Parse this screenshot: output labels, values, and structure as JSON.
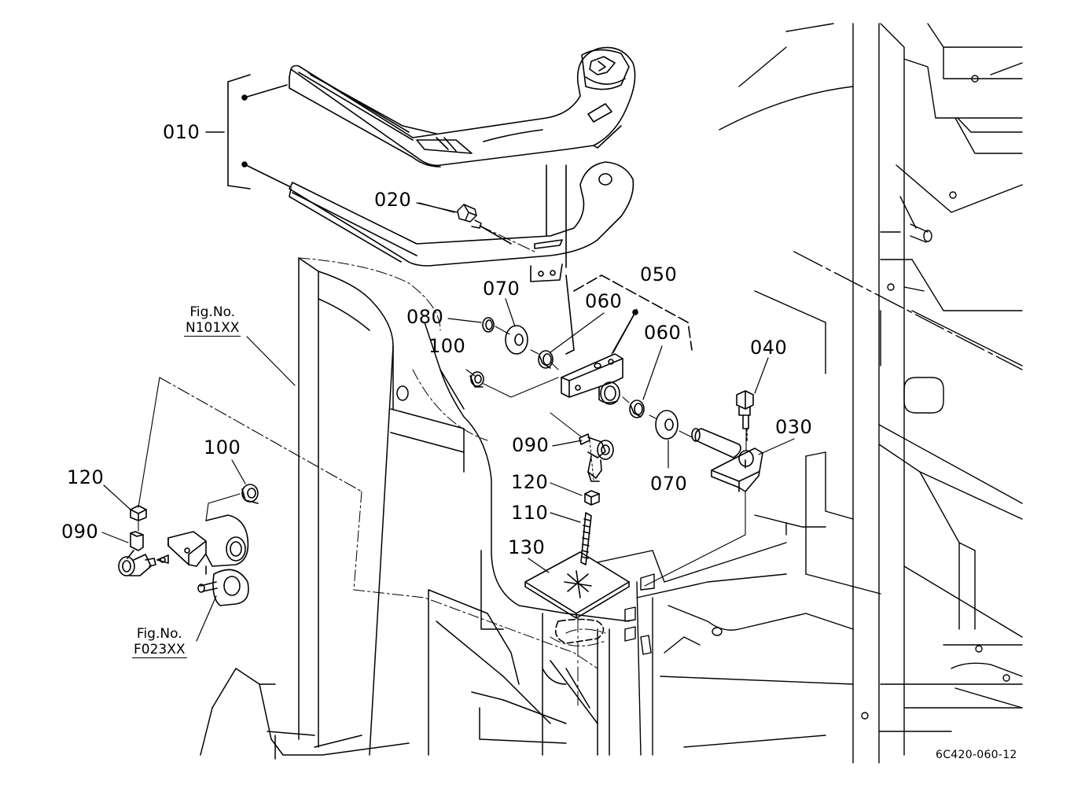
{
  "diagram": {
    "drawing_code": "6C420-060-12",
    "parts": [
      {
        "id": "p010",
        "number": "010"
      },
      {
        "id": "p020",
        "number": "020"
      },
      {
        "id": "p030",
        "number": "030"
      },
      {
        "id": "p040",
        "number": "040"
      },
      {
        "id": "p050",
        "number": "050"
      },
      {
        "id": "p060a",
        "number": "060"
      },
      {
        "id": "p060b",
        "number": "060"
      },
      {
        "id": "p070a",
        "number": "070"
      },
      {
        "id": "p070b",
        "number": "070"
      },
      {
        "id": "p080",
        "number": "080"
      },
      {
        "id": "p090a",
        "number": "090"
      },
      {
        "id": "p090b",
        "number": "090"
      },
      {
        "id": "p100a",
        "number": "100"
      },
      {
        "id": "p100b",
        "number": "100"
      },
      {
        "id": "p110",
        "number": "110"
      },
      {
        "id": "p120a",
        "number": "120"
      },
      {
        "id": "p120b",
        "number": "120"
      },
      {
        "id": "p130",
        "number": "130"
      }
    ],
    "figure_refs": [
      {
        "id": "n101",
        "prefix": "Fig.No.",
        "code": "N101XX"
      },
      {
        "id": "f023",
        "prefix": "Fig.No.",
        "code": "F023XX"
      }
    ]
  }
}
